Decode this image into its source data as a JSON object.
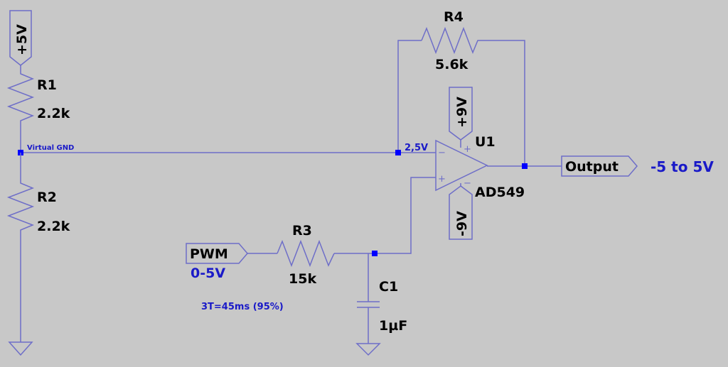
{
  "colors": {
    "background": "#c8c8c8",
    "wire": "#6e6ec8",
    "net_label": "#1a1ac8",
    "node": "#0000ff"
  },
  "power_flags": {
    "v5": "+5V",
    "v9p": "+9V",
    "v9n": "-9V"
  },
  "components": {
    "R1": {
      "name": "R1",
      "value": "2.2k"
    },
    "R2": {
      "name": "R2",
      "value": "2.2k"
    },
    "R3": {
      "name": "R3",
      "value": "15k"
    },
    "R4": {
      "name": "R4",
      "value": "5.6k"
    },
    "C1": {
      "name": "C1",
      "value": "1µF"
    },
    "U1": {
      "name": "U1",
      "value": "AD549",
      "plus": "+",
      "minus": "−"
    }
  },
  "nets": {
    "virtual_gnd": "Virtual GND",
    "inverting": "2,5V"
  },
  "ports": {
    "output": "Output",
    "output_range": "-5 to 5V",
    "pwm": "PWM",
    "pwm_range": "0-5V"
  },
  "annotations": {
    "time_constant": "3T=45ms (95%)"
  }
}
